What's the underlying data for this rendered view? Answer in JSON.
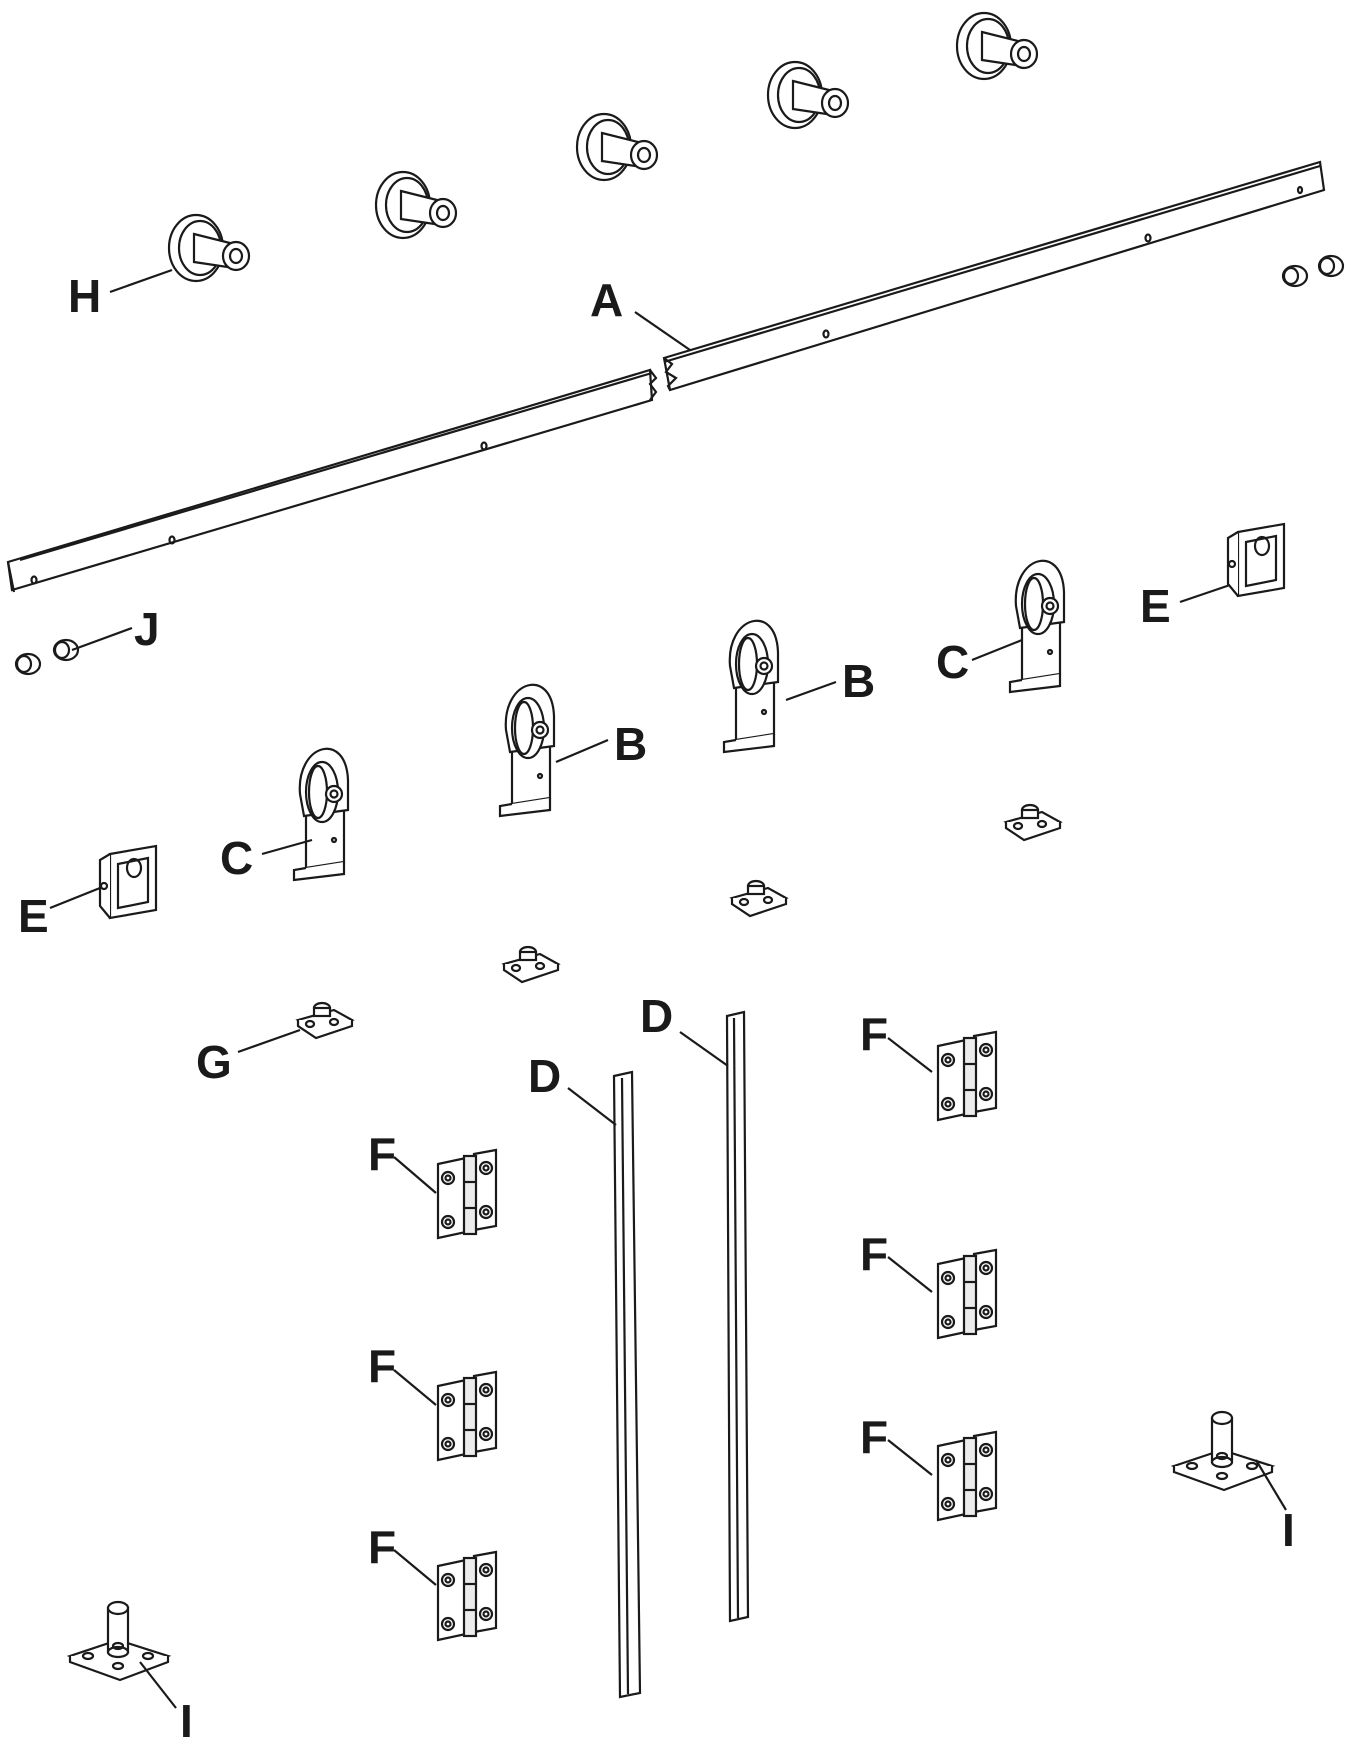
{
  "labels": {
    "A": "A",
    "B": "B",
    "C": "C",
    "D": "D",
    "E": "E",
    "F": "F",
    "G": "G",
    "H": "H",
    "I": "I",
    "J": "J"
  },
  "parts": [
    {
      "id": "A",
      "name": "rail",
      "count": 2
    },
    {
      "id": "B",
      "name": "roller-hanger",
      "count": 2
    },
    {
      "id": "C",
      "name": "roller-hanger",
      "count": 2
    },
    {
      "id": "D",
      "name": "flat-bar",
      "count": 2
    },
    {
      "id": "E",
      "name": "end-stop",
      "count": 2
    },
    {
      "id": "F",
      "name": "hinge",
      "count": 6
    },
    {
      "id": "G",
      "name": "anti-jump-block",
      "count": 4
    },
    {
      "id": "H",
      "name": "wall-spacer",
      "count": 5
    },
    {
      "id": "I",
      "name": "floor-guide",
      "count": 2
    },
    {
      "id": "J",
      "name": "end-cap",
      "count": 4
    }
  ]
}
